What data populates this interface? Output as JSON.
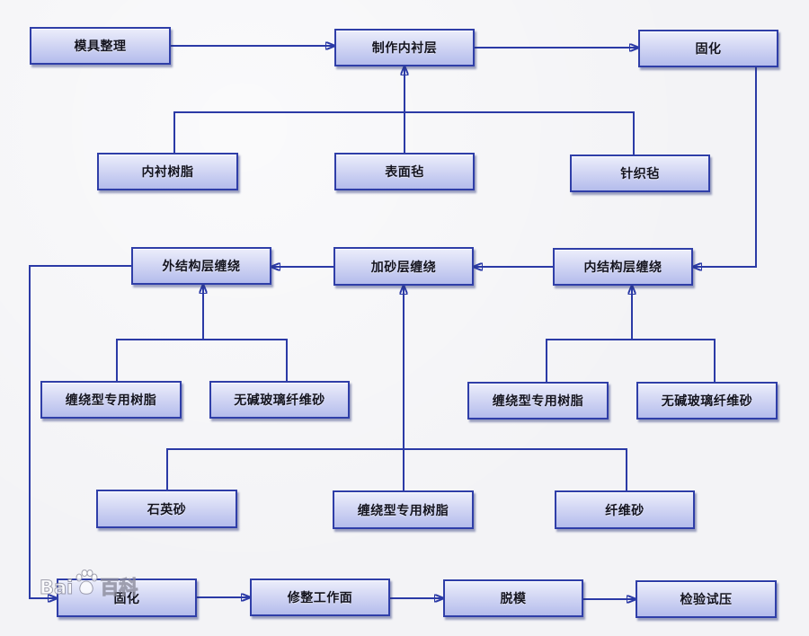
{
  "diagram": {
    "nodes": {
      "mold_prep": "模具整理",
      "make_liner": "制作内衬层",
      "cure_top": "固化",
      "liner_resin": "内衬树脂",
      "surface_mat": "表面毡",
      "knitted_mat": "针织毡",
      "outer_winding": "外结构层缠绕",
      "sand_winding": "加砂层缠绕",
      "inner_winding": "内结构层缠绕",
      "outer_resin": "缠绕型专用树脂",
      "outer_glass": "无碱玻璃纤维砂",
      "inner_resin": "缠绕型专用树脂",
      "inner_glass": "无碱玻璃纤维砂",
      "quartz_sand": "石英砂",
      "sand_resin": "缠绕型专用树脂",
      "fiber_sand": "纤维砂",
      "cure_bottom": "固化",
      "trim_surface": "修整工作面",
      "demold": "脱模",
      "inspect_test": "检验试压"
    }
  },
  "watermark": {
    "prefix": "Bai",
    "suffix": "百科",
    "icon": "paw-icon"
  },
  "colors": {
    "line": "#2b3aa6",
    "box_border": "#2f3ea8",
    "box_top": "#eceefb",
    "box_bottom": "#b4bcec",
    "background": "#f3f3f6"
  }
}
